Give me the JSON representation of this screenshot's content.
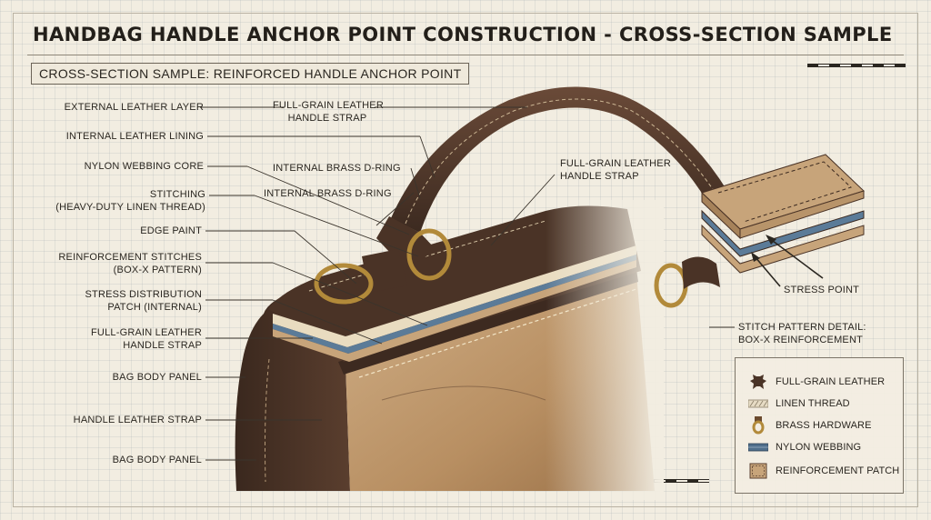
{
  "title": "HANDBAG HANDLE ANCHOR POINT CONSTRUCTION - CROSS-SECTION SAMPLE",
  "subtitle": "CROSS-SECTION SAMPLE: REINFORCED HANDLE ANCHOR POINT",
  "labels_left": [
    "EXTERNAL LEATHER LAYER",
    "INTERNAL LEATHER LINING",
    "NYLON WEBBING CORE",
    "STITCHING",
    "(HEAVY-DUTY LINEN THREAD)",
    "EDGE PAINT",
    "REINFORCEMENT STITCHES",
    "(BOX-X PATTERN)",
    "STRESS DISTRIBUTION",
    "PATCH (INTERNAL)",
    "FULL-GRAIN LEATHER",
    "HANDLE STRAP",
    "BAG BODY PANEL",
    "HANDLE LEATHER STRAP",
    "BAG BODY PANEL"
  ],
  "labels_center": [
    "FULL-GRAIN LEATHER",
    "HANDLE STRAP",
    "INTERNAL BRASS D-RING",
    "INTERNAL BRASS D-RING"
  ],
  "labels_right": [
    "FULL-GRAIN LEATHER",
    "HANDLE STRAP",
    "STRESS POINT",
    "STITCH PATTERN DETAIL:",
    "BOX-X REINFORCEMENT"
  ],
  "legend": [
    {
      "label": "FULL-GRAIN LEATHER",
      "icon": "leather-hide-icon",
      "color": "#4a3326"
    },
    {
      "label": "LINEN THREAD",
      "icon": "linen-thread-icon",
      "color": "#d9cdb4"
    },
    {
      "label": "BRASS HARDWARE",
      "icon": "brass-ring-icon",
      "color": "#b28a3a"
    },
    {
      "label": "NYLON WEBBING",
      "icon": "nylon-webbing-icon",
      "color": "#4f6f8c"
    },
    {
      "label": "REINFORCEMENT PATCH",
      "icon": "reinforcement-patch-icon",
      "color": "#c7a47a"
    }
  ],
  "colors": {
    "leather_dark": "#4a3326",
    "leather_tan": "#c09a70",
    "brass": "#b28a3a",
    "nylon": "#5b7b98",
    "paper": "#f2ede1"
  }
}
